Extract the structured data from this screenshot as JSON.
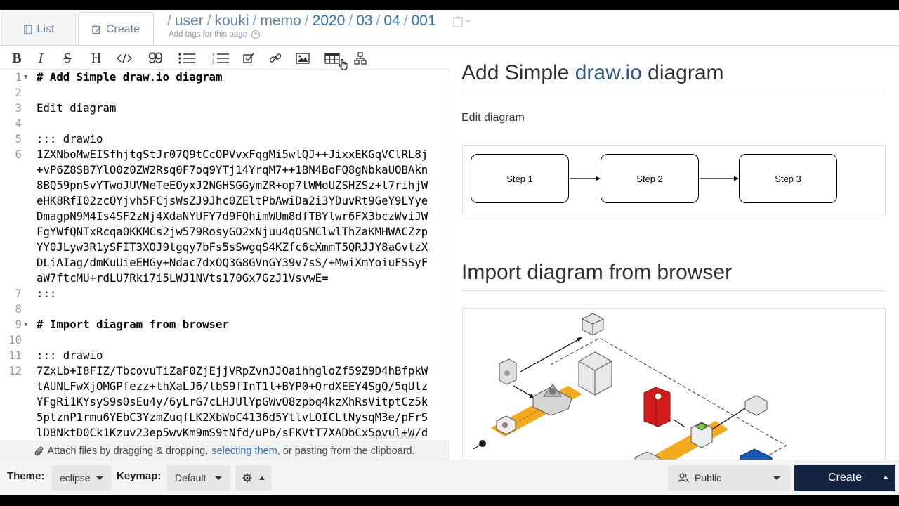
{
  "tabs": {
    "list_label": "List",
    "create_label": "Create"
  },
  "path": {
    "segments": [
      "user",
      "kouki",
      "memo",
      "2020",
      "03",
      "04",
      "001"
    ],
    "add_tags": "Add tags for this page"
  },
  "editor": {
    "lines": [
      {
        "n": "1",
        "fold": true,
        "text": "# Add Simple draw.io diagram",
        "bold": true
      },
      {
        "n": "2",
        "text": ""
      },
      {
        "n": "3",
        "text": "Edit diagram"
      },
      {
        "n": "4",
        "text": ""
      },
      {
        "n": "5",
        "text": "::: drawio"
      },
      {
        "n": "6",
        "text": "1ZXNboMwEISfhjtgStJr07Q9tCcOPVvxFqgMi5wlQJ++JixxEKGqVClRL8j"
      },
      {
        "n": "",
        "text": "+vP6Z8SB7YlO0z0ZW2Rsq0F7oq9YTj14YrqM7++1BN4BoFQ8gNbkaUOBAkn"
      },
      {
        "n": "",
        "text": "8BQ59pnSvYTwoJUVNeTeEOyxJ2NGHSGGymZR+op7tWMoUZSHZSz+l7rihjW"
      },
      {
        "n": "",
        "text": "eHK8RfI02zcOYjvh5FCjsWsZJ9Jhc0ZEltPbAwiDa2i3YDuvRt9GeY9LYye"
      },
      {
        "n": "",
        "text": "DmagpN9M4Is4SF2zNj4XdaNYUFY7d9FQhimWUm8dfTBYlwr6FX3bczWviJW"
      },
      {
        "n": "",
        "text": "FgYWfQNTxRcqa0KKMCs2jw579RosyGO2xNjuu4qOSNClwlThZaKMHWACZzp"
      },
      {
        "n": "",
        "text": "YY0JLyw3R1ySFIT3XOJ9tgqy7bFs5sSwgqS4KZfc6cXmmT5QRJJY8aGvtzX"
      },
      {
        "n": "",
        "text": "DLiAIag/dmKuUieEHGy+Ndac7dxOQ3G8GVnGY39v7sS/+MwiXmYoiuFSSyF"
      },
      {
        "n": "",
        "text": "aW7ftcMU+rdLU7Rki7i5LWJ1NVts170Gx7GzJ1VsvwE="
      },
      {
        "n": "7",
        "text": ":::"
      },
      {
        "n": "8",
        "text": ""
      },
      {
        "n": "9",
        "fold": true,
        "text": "# Import diagram from browser",
        "bold": true
      },
      {
        "n": "10",
        "text": ""
      },
      {
        "n": "11",
        "text": "::: drawio"
      },
      {
        "n": "12",
        "text": "7ZxLb+I8FIZ/TbcovuTiZaF0ZjEjjVRpZvnJJQaihhgloZf59Z9D4hBfpkW"
      },
      {
        "n": "",
        "text": "tAUNLFwXjOMGPfezz+thXaLJ6/lbS9fInT1l+BYP0+QrdXEEY4SgQ/5qUlz"
      },
      {
        "n": "",
        "text": "YFgRi1KYsyS9s0sEu4y/6yLrG7cLHJUlYpGWvO8zpbq4kzXhRsVitptCz5k"
      },
      {
        "n": "",
        "text": "5ptznP1rmu6YEbC3YzmZuqfLK2XbWoC4136d5YtlvLOICLtNysqM3e/pFrS"
      },
      {
        "n": "",
        "text": "lD8NktD0Ck1Kzuv23ep5wvKm9mS9tNfd/uPb/sFKVtT7XADbCx5pvul+W/d"
      }
    ],
    "watermark": "Markdown",
    "attach_prefix": "Attach files by dragging & dropping,",
    "attach_link": "selecting them",
    "attach_suffix": ",  or pasting from the clipboard."
  },
  "preview": {
    "h1_a_pre": "Add Simple ",
    "h1_a_link": "draw.io",
    "h1_a_post": " diagram",
    "text": "Edit diagram",
    "steps": [
      "Step 1",
      "Step 2",
      "Step 3"
    ],
    "h1_b": "Import diagram from browser"
  },
  "bottom": {
    "theme_label": "Theme:",
    "theme_value": "eclipse",
    "keymap_label": "Keymap:",
    "keymap_value": "Default",
    "visibility_value": "Public",
    "create_label": "Create"
  },
  "colors": {
    "link": "#2e6fb5",
    "create_button": "#132440",
    "aws_orange": "#f3a81d",
    "aws_red": "#d11c1c",
    "aws_green": "#6ecf3d",
    "aws_blue": "#1a56b8"
  }
}
